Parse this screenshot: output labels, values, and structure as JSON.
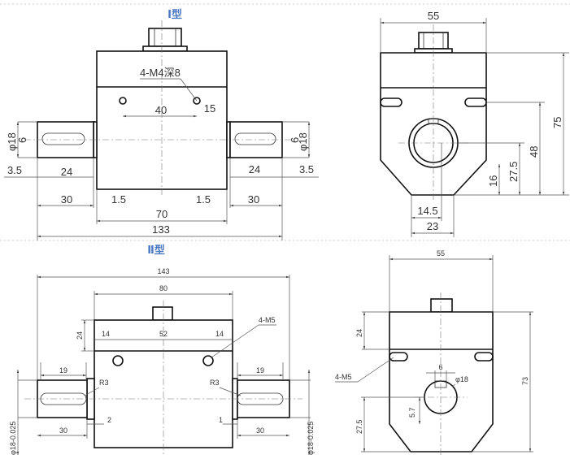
{
  "type_1": {
    "title": "Ⅰ型",
    "front": {
      "note": "4-M4深8",
      "dim_40": "40",
      "dim_15": "15",
      "left_dia": "φ18",
      "left_key": "6",
      "right_dia": "φ18",
      "right_key": "6",
      "left_3_5": "3.5",
      "left_24": "24",
      "right_24": "24",
      "right_3_5": "3.5",
      "left_30": "30",
      "left_1_5": "1.5",
      "right_1_5": "1.5",
      "right_30": "30",
      "dim_70": "70",
      "dim_133": "133"
    },
    "side": {
      "dim_55": "55",
      "dim_75": "75",
      "dim_48": "48",
      "dim_27_5": "27.5",
      "dim_16": "16",
      "dim_14_5": "14.5",
      "dim_23": "23"
    }
  },
  "type_2": {
    "title": "Ⅱ型",
    "front": {
      "dim_143": "143",
      "dim_80": "80",
      "note": "4-M5",
      "dim_14_left": "14",
      "dim_52": "52",
      "dim_14_right": "14",
      "dim_24": "24",
      "dim_19_left": "19",
      "dim_19_right": "19",
      "r3_left": "R3",
      "r3_right": "R3",
      "dim_2": "2",
      "dim_1": "1",
      "dim_30_left": "30",
      "dim_30_right": "30",
      "dia_left": "φ18-0.025",
      "dia_right": "φ18-0.025"
    },
    "side": {
      "dim_55": "55",
      "dim_24": "24",
      "note": "4-M5",
      "dim_6": "6",
      "dia": "φ18",
      "dim_73": "73",
      "dim_5_7": "5.7",
      "dim_27_5": "27.5"
    }
  }
}
